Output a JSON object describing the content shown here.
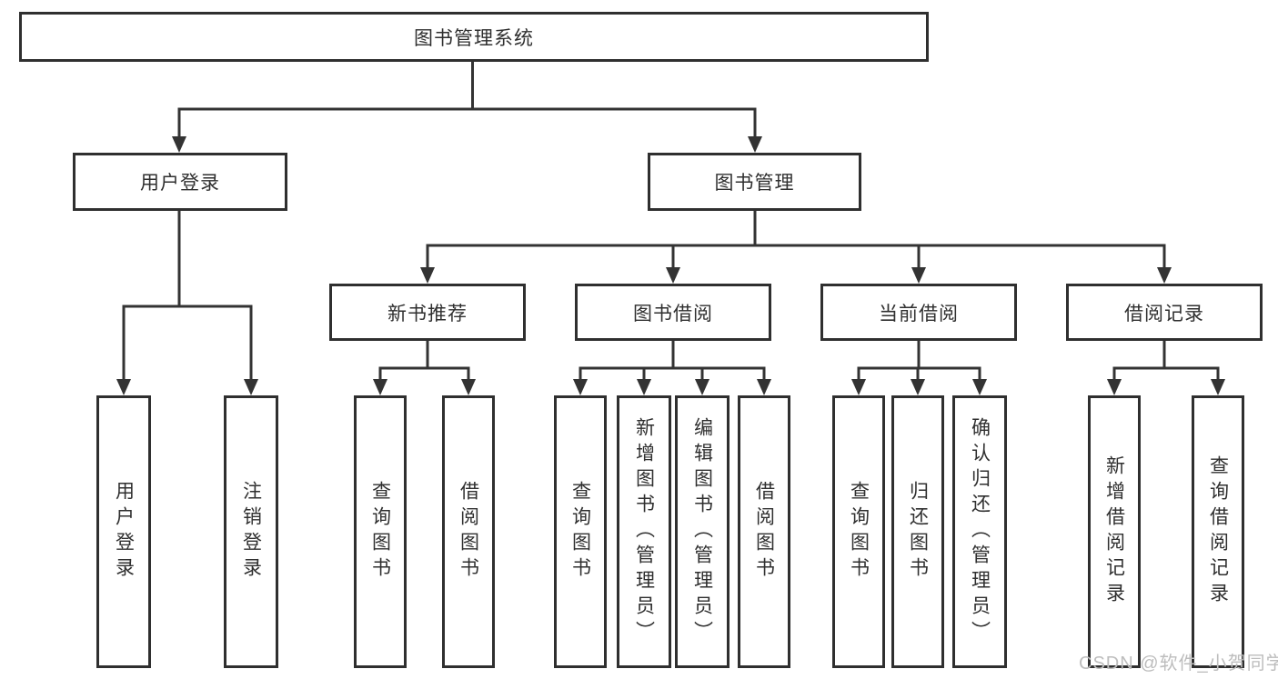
{
  "colors": {
    "background": "#ffffff",
    "border": "#2f2f2f",
    "line": "#333333",
    "text": "#2f2f2f",
    "watermark": "#bdbdbd"
  },
  "diagram": {
    "root": "图书管理系统",
    "branches": [
      {
        "label": "用户登录",
        "children": [
          "用户登录",
          "注销登录"
        ]
      },
      {
        "label": "图书管理",
        "children": [
          {
            "label": "新书推荐",
            "children": [
              "查询图书",
              "借阅图书"
            ]
          },
          {
            "label": "图书借阅",
            "children": [
              "查询图书",
              "新增图书（管理员）",
              "编辑图书（管理员）",
              "借阅图书"
            ]
          },
          {
            "label": "当前借阅",
            "children": [
              "查询图书",
              "归还图书",
              "确认归还（管理员）"
            ]
          },
          {
            "label": "借阅记录",
            "children": [
              "新增借阅记录",
              "查询借阅记录"
            ]
          }
        ]
      }
    ]
  },
  "watermark": "CSDN @软件_小贺同学"
}
